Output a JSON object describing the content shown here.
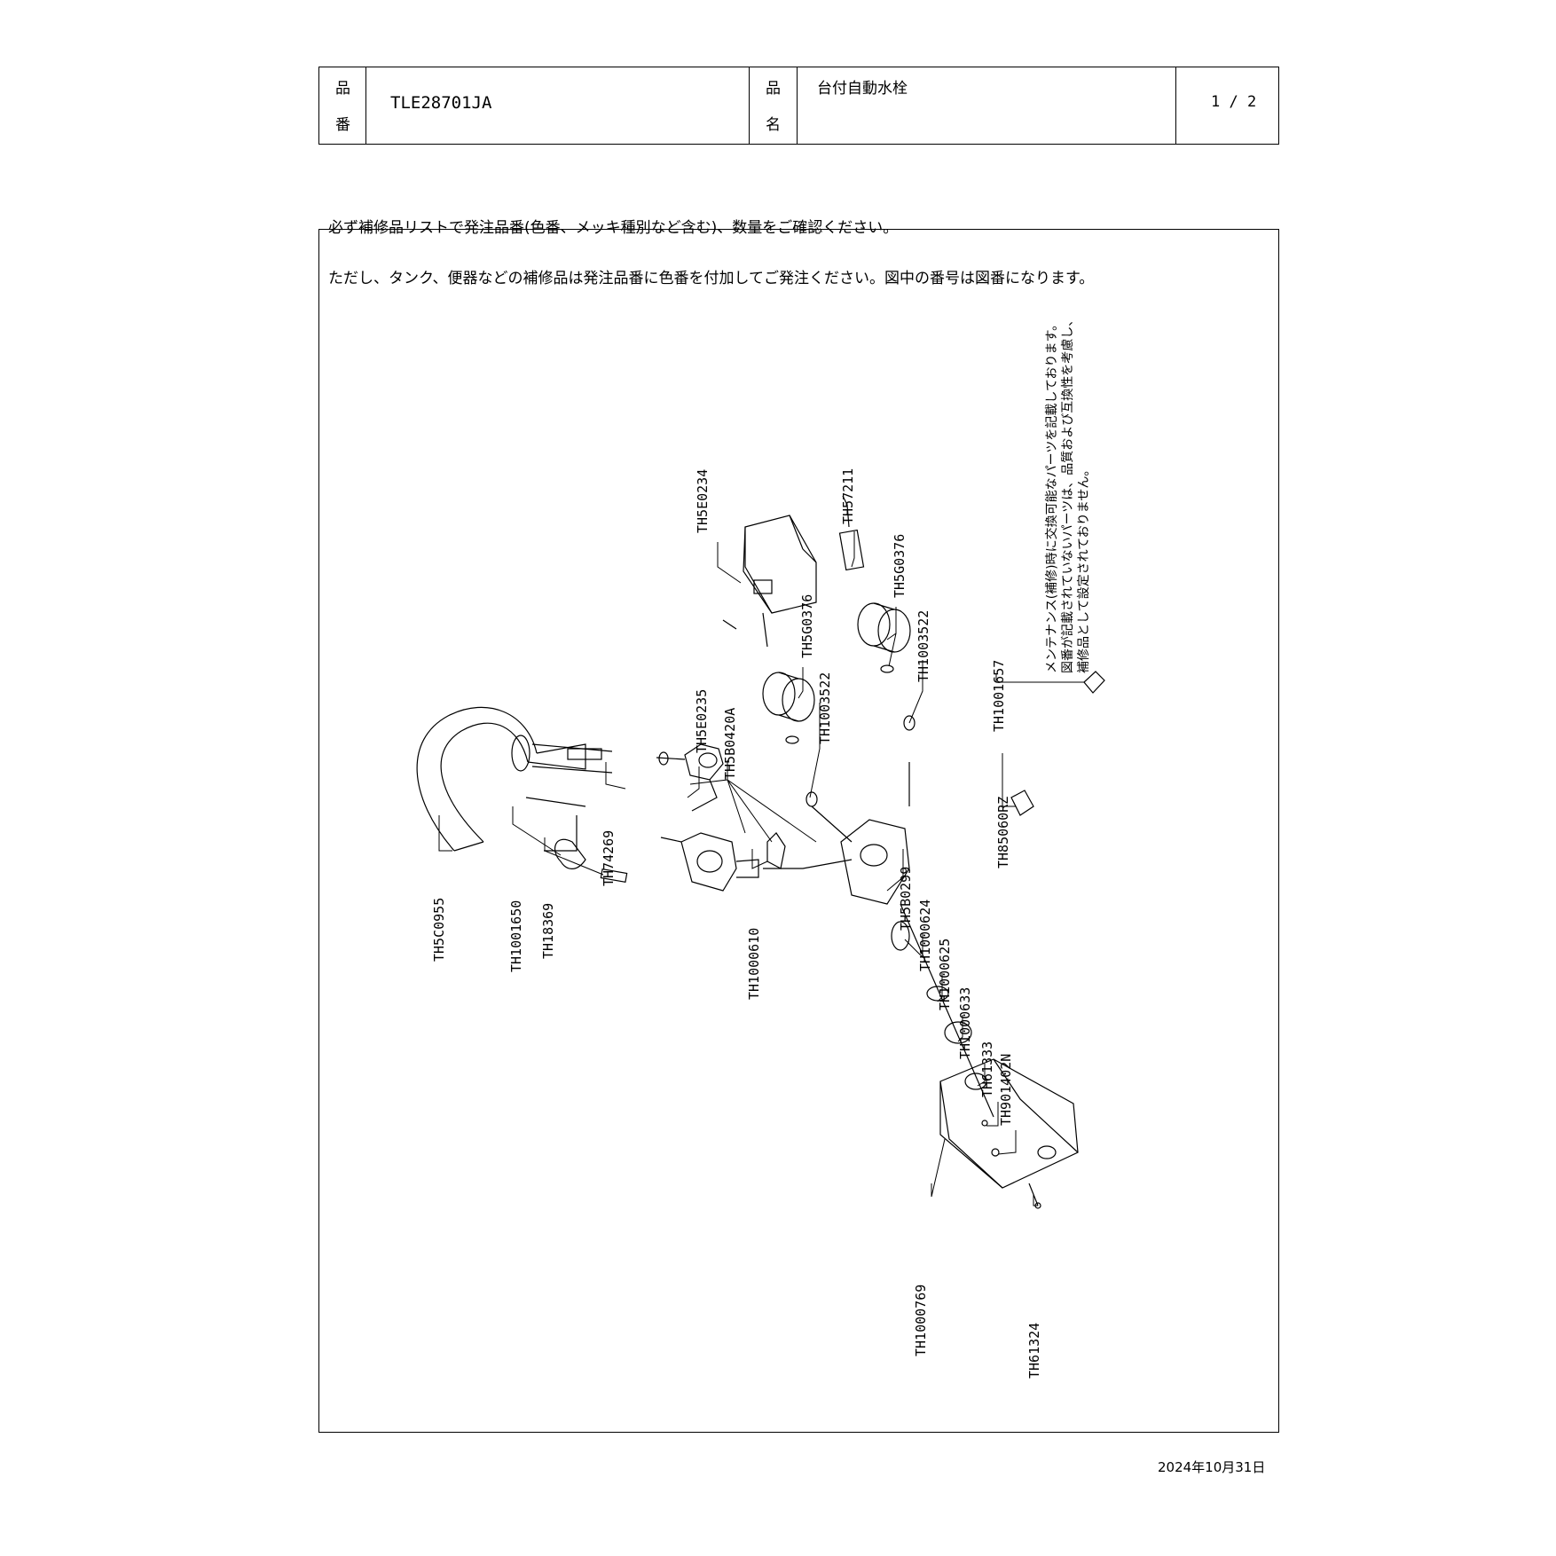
{
  "header": {
    "hinban_label": [
      "品",
      "番"
    ],
    "hinban_value": "TLE28701JA",
    "hinmei_label": [
      "品",
      "名"
    ],
    "hinmei_value": "台付自動水栓",
    "page": "1 / 2"
  },
  "notice": [
    "必ず補修品リストで発注品番(色番、メッキ種別など含む)、数量をご確認ください。",
    "ただし、タンク、便器などの補修品は発注品番に色番を付加してご発注ください。図中の番号は図番になります。"
  ],
  "maintenance_note": [
    "メンテナンス(補修)時に交換可能なパーツを記載しております。",
    "図番が記載されていないパーツは、品質および互換性を考慮し、",
    "補修品として設定されておりません。"
  ],
  "part_labels": {
    "TH5E0234": "TH5E0234",
    "TH57211": "TH57211",
    "TH5G0376_a": "TH5G0376",
    "TH5G0376_b": "TH5G0376",
    "TH1003522_a": "TH1003522",
    "TH1003522_b": "TH1003522",
    "TH1001657": "TH1001657",
    "TH5E0235": "TH5E0235",
    "TH5B0420A": "TH5B0420A",
    "TH74269": "TH74269",
    "TH5C0955": "TH5C0955",
    "TH1001650": "TH1001650",
    "TH18369": "TH18369",
    "TH1000610": "TH1000610",
    "TH5B0299": "TH5B0299",
    "TH1000624": "TH1000624",
    "TH1000625": "TH1000625",
    "TH1000633": "TH1000633",
    "TH61333": "TH61333",
    "TH901402N": "TH901402N",
    "TH85060RZ": "TH85060RZ",
    "TH1000769": "TH1000769",
    "TH61324": "TH61324"
  },
  "date": "2024年10月31日"
}
